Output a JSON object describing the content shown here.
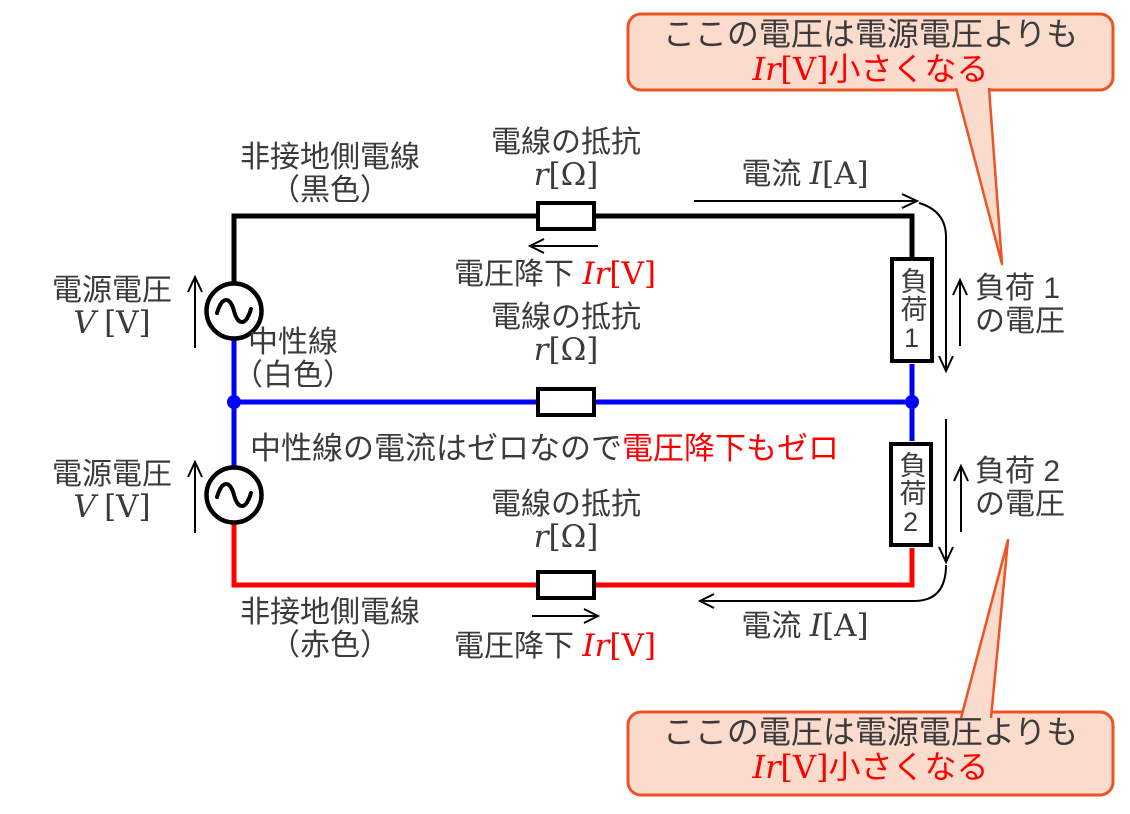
{
  "colors": {
    "wire_black": "#000000",
    "wire_blue": "#0000ff",
    "wire_red": "#ff0000",
    "accent_red": "#ff0000",
    "text_gray": "#3b3b3b",
    "callout_fill": "#fbdbcb",
    "callout_border": "#eb5427"
  },
  "callout_top": {
    "line1": "ここの電圧は電源電圧よりも",
    "var": "Ir",
    "unit": "[V]",
    "suffix": "小さくなる"
  },
  "callout_bottom": {
    "line1": "ここの電圧は電源電圧よりも",
    "var": "Ir",
    "unit": "[V]",
    "suffix": "小さくなる"
  },
  "wire_labels": {
    "top": {
      "line1": "非接地側電線",
      "line2": "（黒色）"
    },
    "neutral": {
      "line1": "中性線",
      "line2": "（白色）"
    },
    "bottom": {
      "line1": "非接地側電線",
      "line2": "（赤色）"
    }
  },
  "resistor_labels": {
    "top": {
      "title": "電線の抵抗",
      "var": "r",
      "unit": "[Ω]"
    },
    "middle": {
      "title": "電線の抵抗",
      "var": "r",
      "unit": "[Ω]"
    },
    "bottom": {
      "title": "電線の抵抗",
      "var": "r",
      "unit": "[Ω]"
    }
  },
  "current_labels": {
    "top": {
      "prefix": "電流 ",
      "var": "I",
      "unit": "[A]"
    },
    "bottom": {
      "prefix": "電流 ",
      "var": "I",
      "unit": "[A]"
    }
  },
  "voltage_drop_labels": {
    "top": {
      "prefix": "電圧降下 ",
      "var": "Ir",
      "unit": "[V]"
    },
    "bottom": {
      "prefix": "電圧降下 ",
      "var": "Ir",
      "unit": "[V]"
    }
  },
  "source_labels": {
    "top": {
      "title": "電源電圧",
      "var": "V",
      "unit": "[V]"
    },
    "bottom": {
      "title": "電源電圧",
      "var": "V",
      "unit": "[V]"
    }
  },
  "neutral_note": {
    "gray": "中性線の電流はゼロなので",
    "red": "電圧降下もゼロ"
  },
  "loads": {
    "load1": {
      "box": "負荷1",
      "voltage_line1": "負荷 1",
      "voltage_line2": "の電圧"
    },
    "load2": {
      "box": "負荷2",
      "voltage_line1": "負荷 2",
      "voltage_line2": "の電圧"
    }
  }
}
